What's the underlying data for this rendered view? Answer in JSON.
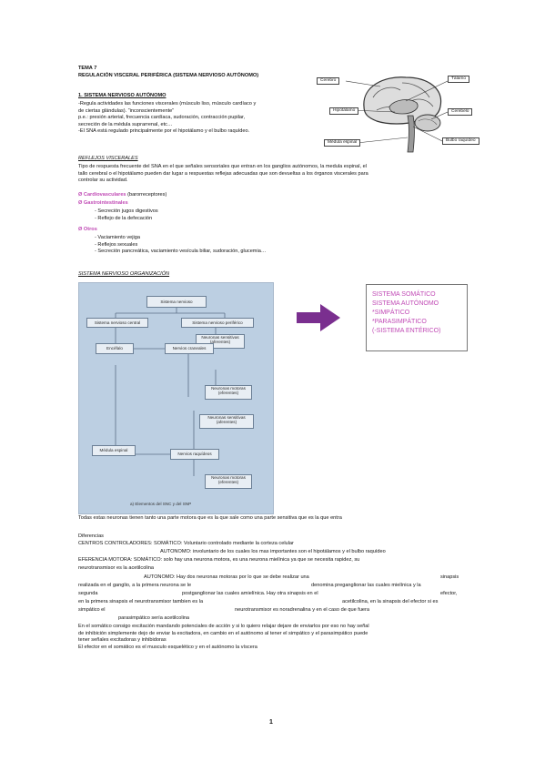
{
  "header": {
    "tema": "TEMA 7",
    "title": "REGULACIÓN VISCERAL PERIFÉRICA (SISTEMA NERVIOSO AUTÓNOMO)"
  },
  "section1": {
    "heading": "1. SISTEMA NERVIOSO AUTÓNOMO",
    "lines": [
      "-Regula actividades las funciones viscerales (músculo liso, músculo cardíaco y",
      "de ciertas glándulas). “inconscientemente”",
      "p.e.: presión arterial, frecuencia cardíaca, sudoración, contracción pupilar,",
      "secreción de la médula suprarrenal, etc…",
      "-El SNA está regulado principalmente por el hipotálamo y el bulbo raquídeo."
    ]
  },
  "brain_labels": {
    "cerebro": "Cerebro",
    "talamo": "Tálamo",
    "hipotalamo": "Hipotálamo",
    "cerebelo": "Cerebelo",
    "medula": "Médula espinal",
    "bulbo": "Bulbo raquídeo"
  },
  "reflejos": {
    "heading": "REFLEJOS VISCERALES",
    "intro": [
      "Tipo de respuesta frecuente del SNA en el que señales sensoriales que entran en los ganglios autónomos, la medula espinal, el",
      "tallo cerebral o el hipotálamo pueden dar lugar a respuestas reflejas adecuadas que son devueltas a los órganos viscerales para",
      "controlar su actividad."
    ],
    "cardio": "Ø Cardiovasculares",
    "cardio_note": " (barorreceptores)",
    "gastro": "Ø Gastrointestinales",
    "gastro_items": [
      "-  Secreción jugos digestivos",
      "-  Reflejo de la defecación"
    ],
    "otros": "Ø Otros",
    "otros_items": [
      "-  Vaciamiento vejiga",
      "-  Reflejos sexuales",
      "-  Secreción pancreática, vaciamiento vesícula biliar, sudoración, glucemia…"
    ]
  },
  "organizacion": {
    "heading": "SISTEMA NERVIOSO ORGANIZACIÓN"
  },
  "diagram": {
    "sn": "Sistema nervioso",
    "snc": "Sistema nervioso central",
    "snp": "Sistema nervioso periférico",
    "neur_sens_1": "Neuronas sensitivas",
    "aferentes_1": "(aferentes)",
    "encefalo": "Encéfalo",
    "nervios_craneales": "Nervios craneales",
    "neur_mot_1": "Neuronas motoras",
    "eferentes_1": "(eferentes)",
    "neur_sens_2": "Neuronas sensitivas",
    "aferentes_2": "(aferentes)",
    "medula": "Médula espinal",
    "nervios_raquideos": "Nervios raquídeos",
    "neur_mot_2": "Neuronas motoras",
    "eferentes_2": "(eferentes)",
    "caption": "a)  Elementos del SNC y del SNP"
  },
  "pink_box": {
    "lines": [
      "SISTEMA SOMÁTICO",
      "SISTEMA AUTÓNOMO",
      "*SIMPÁTICO",
      "*PARASIMPÁTICO",
      "(-SISTEMA ENTÉRICO)"
    ]
  },
  "after": {
    "neuronas": "Todas estas neuronas tienen tanto una parte motora que es la que sale como una parte sensitiva que es la que entra",
    "diferencias": "Diferencias",
    "centros_1": "CENTROS CONTROLADORES: SOMÁTICO: Voluntario controlado mediante la corteza celular",
    "centros_2": "AUTONOMO: involuntario de los cuales los mas importantes son el hipotálamos y el bulbo raquídeo",
    "eferencia_1": "EFERENCIA MOTORA: SOMÁTICO: solo hay una neurona motora, es una neurona mielínica ya que se necesita rapidez, su",
    "eferencia_2": "neurotransmisor es la acetilcolina",
    "aut_1a": "AUTONOMO: Hay dos neuronas motoras por lo que se debe realizar una",
    "aut_1b": "sinapsis",
    "aut_2a": "realizada en el ganglio, a la primera neurona se le",
    "aut_2b": "denomina preganglionar las cuales mielínica y la",
    "aut_3a": "segunda",
    "aut_3b": "postganglionar las cuales amielínica. Hay otra sinapsis en el",
    "aut_3c": "efector,",
    "aut_4": "en la primera sinapsis el neurotransmisor tambien es la",
    "aut_4b": "acetilcolina, en la sinapsis del efector si es",
    "aut_5a": "simpático el",
    "aut_5b": "neurotransmisor es noradrenalina y en el caso de que fuera",
    "aut_6": "parasimpático sería acetilcolina",
    "p2_1": "En el somático consigo excitación mandando potenciales de acción y si lo quiero relajar dejare de enviarlos por eso no hay señal",
    "p2_2": "de inhibición simplemente dejo de enviar la excitadora, en cambio en el autónomo al tener el simpático y el parasimpático puede",
    "p2_3": "tener señales excitadoras y inhibidoras",
    "p2_4": "El efector en el somático es el musculo esquelético y en el autónomo la víscera"
  },
  "page_number": "1"
}
